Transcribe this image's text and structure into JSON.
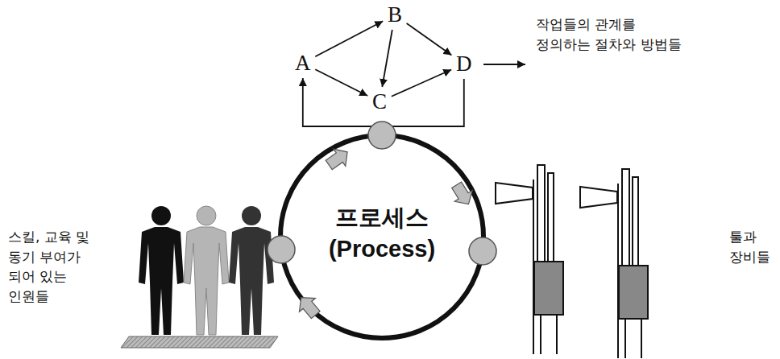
{
  "diagram": {
    "nodes": [
      {
        "text": [
          "A"
        ]
      },
      {
        "text": [
          "B"
        ]
      },
      {
        "text": [
          "C"
        ]
      },
      {
        "text": [
          "D"
        ]
      },
      {
        "text": [
          "프로세스 (Process)"
        ]
      }
    ],
    "edges": [
      {
        "from": 0,
        "to": 1,
        "arrow": "to"
      },
      {
        "from": 1,
        "to": 3,
        "arrow": "to"
      },
      {
        "from": 1,
        "to": 2,
        "arrow": "to"
      },
      {
        "from": 0,
        "to": 2,
        "arrow": "to"
      },
      {
        "from": 2,
        "to": 3,
        "arrow": "to"
      },
      {
        "from": 3,
        "to": 0,
        "arrow": "to"
      }
    ],
    "labels": [
      "작업들의 관계를 정의하는 절차와 방법들",
      "스킬, 교육 및 동기 부여가 되어 있는 인원들",
      "툴과 장비들"
    ]
  }
}
